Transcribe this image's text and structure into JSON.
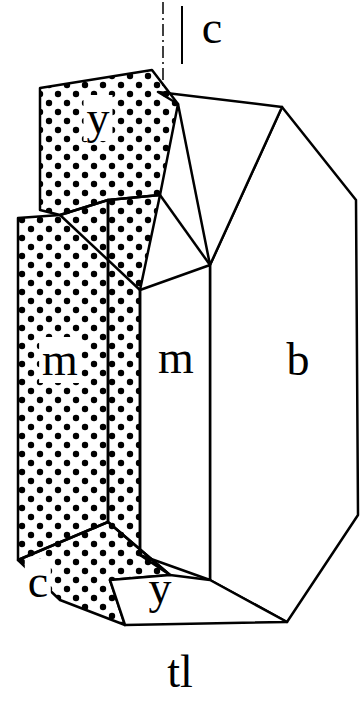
{
  "diagram": {
    "labels": [
      "c",
      "y",
      "m",
      "m",
      "b",
      "c",
      "y",
      "tl"
    ]
  }
}
